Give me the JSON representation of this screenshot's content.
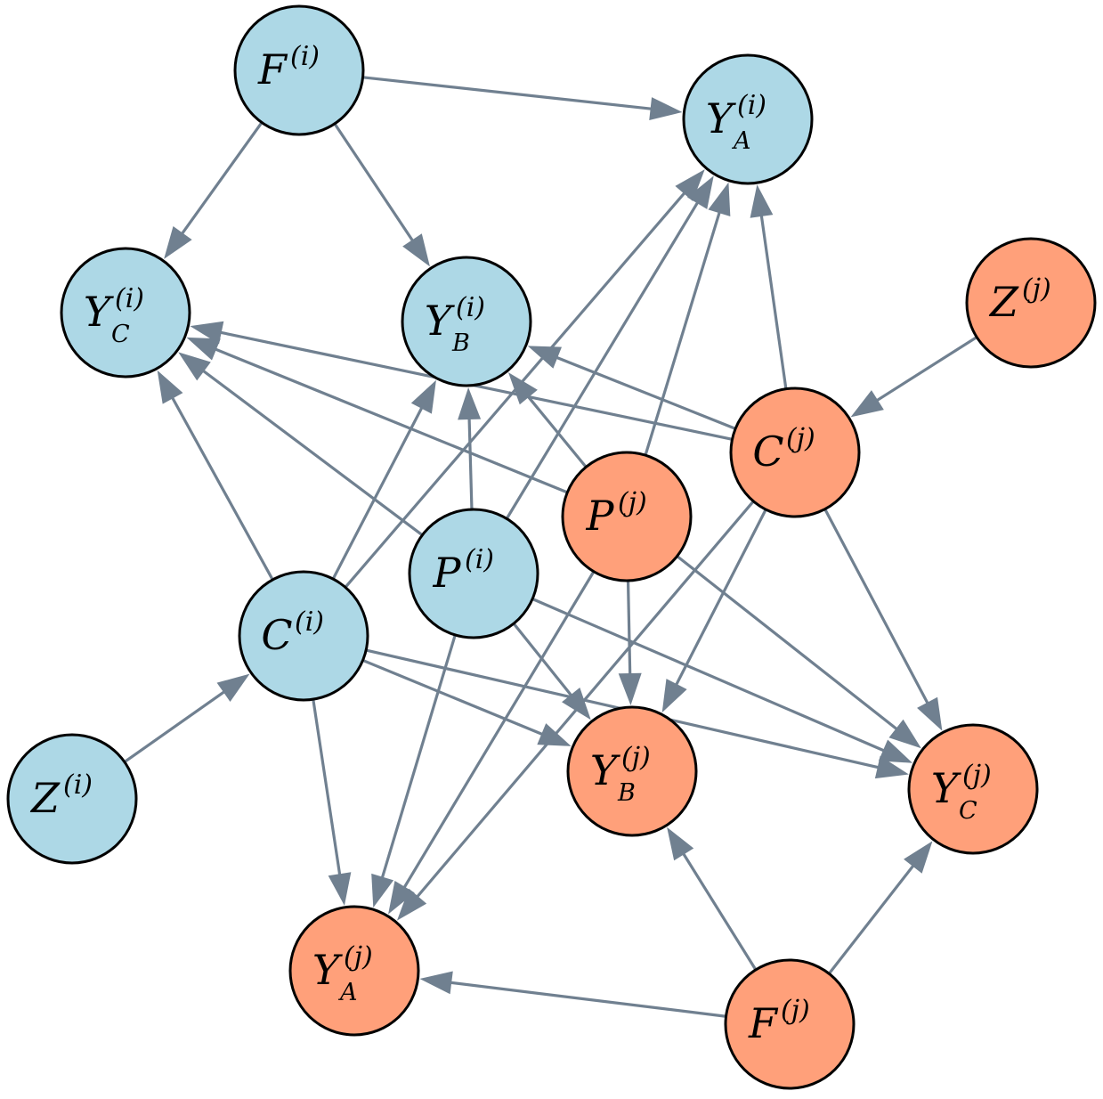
{
  "colors": {
    "group_i": "#add8e6",
    "group_j": "#ffa07a",
    "edge": "#708090"
  },
  "nodes": [
    {
      "id": "Fi",
      "main": "F",
      "sup": "(i)",
      "sub": "",
      "group": "i"
    },
    {
      "id": "YAi",
      "main": "Y",
      "sup": "(i)",
      "sub": "A",
      "group": "i"
    },
    {
      "id": "YCi",
      "main": "Y",
      "sup": "(i)",
      "sub": "C",
      "group": "i"
    },
    {
      "id": "YBi",
      "main": "Y",
      "sup": "(i)",
      "sub": "B",
      "group": "i"
    },
    {
      "id": "Zj",
      "main": "Z",
      "sup": "(j)",
      "sub": "",
      "group": "j"
    },
    {
      "id": "Cj",
      "main": "C",
      "sup": "(j)",
      "sub": "",
      "group": "j"
    },
    {
      "id": "Pj",
      "main": "P",
      "sup": "(j)",
      "sub": "",
      "group": "j"
    },
    {
      "id": "Pi",
      "main": "P",
      "sup": "(i)",
      "sub": "",
      "group": "i"
    },
    {
      "id": "Ci",
      "main": "C",
      "sup": "(i)",
      "sub": "",
      "group": "i"
    },
    {
      "id": "YBj",
      "main": "Y",
      "sup": "(j)",
      "sub": "B",
      "group": "j"
    },
    {
      "id": "YCj",
      "main": "Y",
      "sup": "(j)",
      "sub": "C",
      "group": "j"
    },
    {
      "id": "Zi",
      "main": "Z",
      "sup": "(i)",
      "sub": "",
      "group": "i"
    },
    {
      "id": "YAj",
      "main": "Y",
      "sup": "(j)",
      "sub": "A",
      "group": "j"
    },
    {
      "id": "Fj",
      "main": "F",
      "sup": "(j)",
      "sub": "",
      "group": "j"
    }
  ],
  "edges": [
    {
      "from": "Fi",
      "to": "YAi"
    },
    {
      "from": "Fi",
      "to": "YCi"
    },
    {
      "from": "Fi",
      "to": "YBi"
    },
    {
      "from": "Pi",
      "to": "YAi"
    },
    {
      "from": "Pi",
      "to": "YBi"
    },
    {
      "from": "Pi",
      "to": "YCi"
    },
    {
      "from": "Pi",
      "to": "YAj"
    },
    {
      "from": "Pi",
      "to": "YBj"
    },
    {
      "from": "Pi",
      "to": "YCj"
    },
    {
      "from": "Ci",
      "to": "YAi"
    },
    {
      "from": "Ci",
      "to": "YBi"
    },
    {
      "from": "Ci",
      "to": "YCi"
    },
    {
      "from": "Ci",
      "to": "YAj"
    },
    {
      "from": "Ci",
      "to": "YBj"
    },
    {
      "from": "Ci",
      "to": "YCj"
    },
    {
      "from": "Zi",
      "to": "Ci"
    },
    {
      "from": "Pj",
      "to": "YAi"
    },
    {
      "from": "Pj",
      "to": "YBi"
    },
    {
      "from": "Pj",
      "to": "YCi"
    },
    {
      "from": "Pj",
      "to": "YAj"
    },
    {
      "from": "Pj",
      "to": "YBj"
    },
    {
      "from": "Pj",
      "to": "YCj"
    },
    {
      "from": "Cj",
      "to": "YAi"
    },
    {
      "from": "Cj",
      "to": "YBi"
    },
    {
      "from": "Cj",
      "to": "YCi"
    },
    {
      "from": "Cj",
      "to": "YAj"
    },
    {
      "from": "Cj",
      "to": "YBj"
    },
    {
      "from": "Cj",
      "to": "YCj"
    },
    {
      "from": "Zj",
      "to": "Cj"
    },
    {
      "from": "Fj",
      "to": "YAj"
    },
    {
      "from": "Fj",
      "to": "YBj"
    },
    {
      "from": "Fj",
      "to": "YCj"
    }
  ]
}
